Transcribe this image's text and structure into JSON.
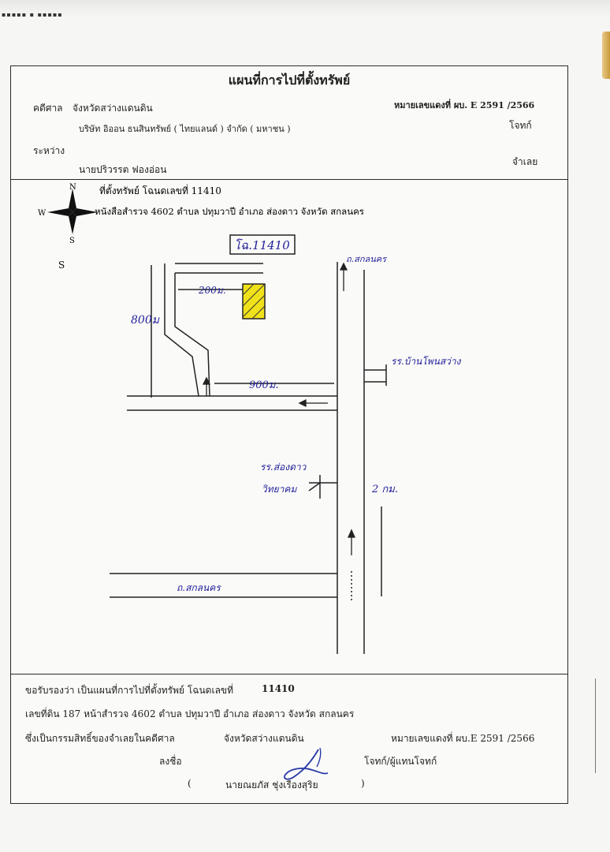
{
  "header": {
    "title": "แผนที่การไปที่ตั้งทรัพย์",
    "court_label": "คดีศาล",
    "court_name": "จังหวัดสว่างแดนดิน",
    "case_no": "หมายเลขแดงที่ ผบ. E 2591 /2566",
    "plaintiff": "บริษัท อิออน ธนสินทรัพย์ ( ไทยแลนด์ ) จำกัด ( มหาชน )",
    "plaintiff_role": "โจทก์",
    "between_label": "ระหว่าง",
    "defendant": "นายปริวรรต ฟองอ่อน",
    "defendant_role": "จำเลย"
  },
  "map": {
    "compass": {
      "n": "N",
      "s": "S",
      "w": "W"
    },
    "s_marker": "S",
    "location_line1": "ที่ตั้งทรัพย์   โฉนดเลขที่   11410",
    "location_line2": "หนังสือสำรวจ   4602     ตำบล   ปทุมวาปี      อำเภอ   ส่องดาว       จังหวัด   สกลนคร",
    "annotations": {
      "parcel": "โฉ.11410",
      "dist_200": "200ม.",
      "dist_800": "800ม",
      "dist_900": "900ม.",
      "road_top": "ถ.สกลนคร",
      "school_right": "รร.บ้านโพนสว่าง",
      "school_left_1": "รร.ส่องดาว",
      "school_left_2": "วิทยาคม",
      "dist_2km": "2 กม.",
      "road_bottom": "ถ.สกลนคร"
    }
  },
  "footer": {
    "certify_line": "ขอรับรองว่า เป็นแผนที่การไปที่ตั้งทรัพย์ โฉนดเลขที่",
    "deed_no": "11410",
    "line2": "เลขที่ดิน   187       หน้าสำรวจ  4602     ตำบล   ปทุมวาปี        อำเภอ  ส่องดาว       จังหวัด   สกลนคร",
    "line3_left": "ซึ่งเป็นกรรมสิทธิ์ของจำเลยในคดีศาล",
    "line3_mid": "จังหวัดสว่างแดนดิน",
    "line3_right": "หมายเลขแดงที่ ผบ.E 2591 /2566",
    "sign_label": "ลงชื่อ",
    "sign_role": "โจทก์/ผู้แทนโจทก์",
    "open_paren": "(",
    "signer": "นายณยภัส ชุ่งเรืองสุริย",
    "close_paren": ")"
  }
}
